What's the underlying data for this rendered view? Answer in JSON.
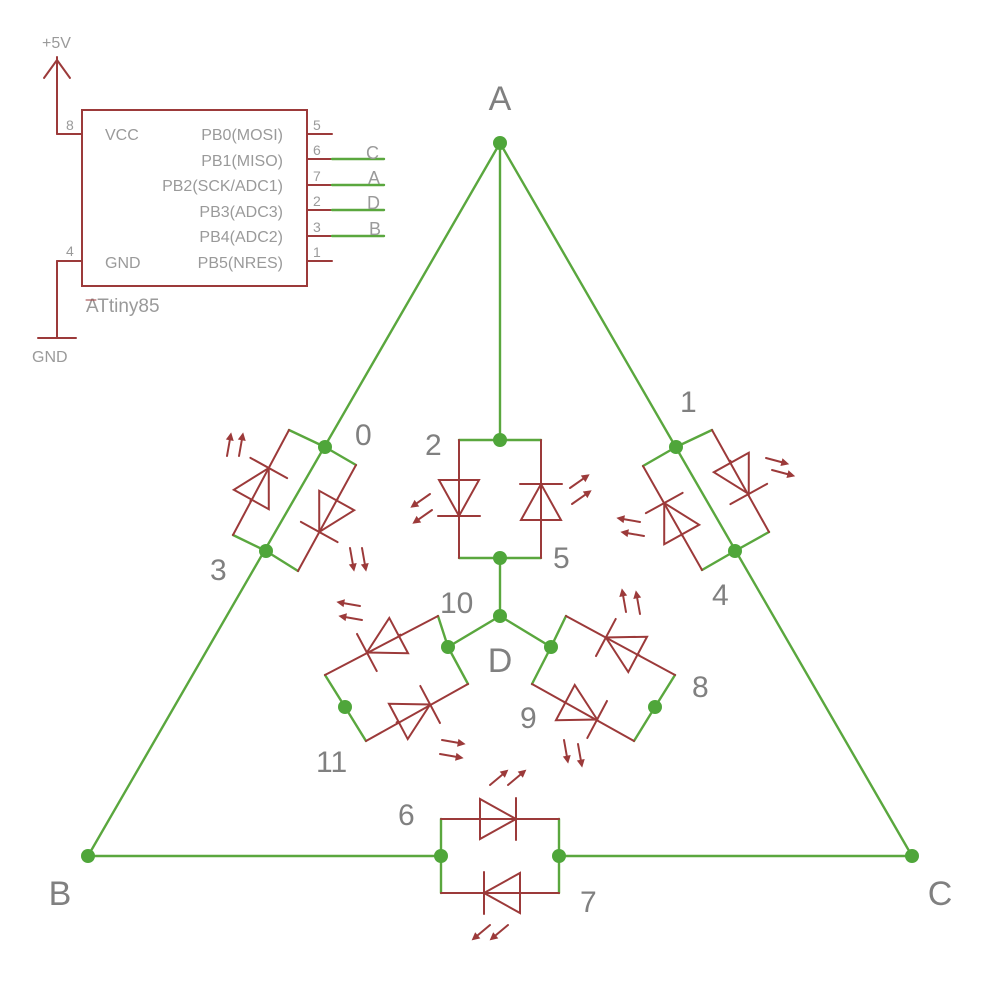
{
  "microcontroller": {
    "name": "ATtiny85",
    "supply_label": "+5V",
    "ground_label": "GND",
    "left_pins": [
      {
        "num": "8",
        "name": "VCC"
      },
      {
        "num": "4",
        "name": "GND"
      }
    ],
    "right_pins": [
      {
        "num": "5",
        "name": "PB0(MOSI)",
        "net": ""
      },
      {
        "num": "6",
        "name": "PB1(MISO)",
        "net": "C"
      },
      {
        "num": "7",
        "name": "PB2(SCK/ADC1)",
        "net": "A"
      },
      {
        "num": "2",
        "name": "PB3(ADC3)",
        "net": "D"
      },
      {
        "num": "3",
        "name": "PB4(ADC2)",
        "net": "B"
      },
      {
        "num": "1",
        "name": "PB5(NRES)",
        "net": ""
      }
    ]
  },
  "nodes": {
    "A": "A",
    "B": "B",
    "C": "C",
    "D": "D"
  },
  "leds": [
    "0",
    "1",
    "2",
    "3",
    "4",
    "5",
    "6",
    "7",
    "8",
    "9",
    "10",
    "11"
  ],
  "colors": {
    "wire": "#5aa73e",
    "component": "#9c3a3a",
    "junction": "#4fa63a",
    "text": "#808080"
  }
}
